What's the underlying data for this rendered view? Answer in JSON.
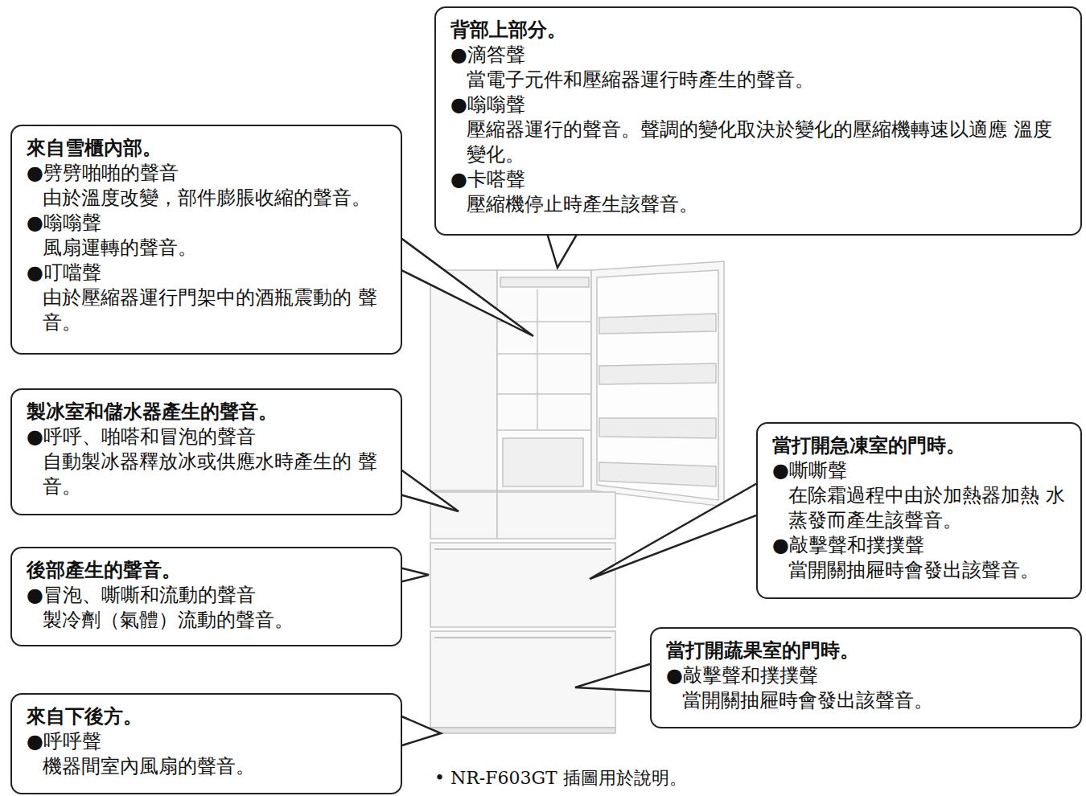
{
  "diagram": {
    "caption": "• NR-F603GT 插圖用於說明。",
    "nodes": [
      {
        "text": [
          "背部上部分。",
          "●滴答聲",
          "當電子元件和壓縮器運行時產生的聲音。",
          "●嗡嗡聲",
          "壓縮器運行的聲音。聲調的變化取決於變化的壓縮機轉速以適應 溫度變化。",
          "●卡嗒聲",
          "壓縮機停止時產生該聲音。"
        ]
      },
      {
        "text": [
          "來自雪櫃內部。",
          "●劈劈啪啪的聲音",
          "由於溫度改變，部件膨脹收縮的聲音。",
          "●嗡嗡聲",
          "風扇運轉的聲音。",
          "●叮噹聲",
          "由於壓縮器運行門架中的酒瓶震動的 聲音。"
        ]
      },
      {
        "text": [
          "製冰室和儲水器產生的聲音。",
          "●呼呼、啪嗒和冒泡的聲音",
          "自動製冰器釋放冰或供應水時產生的 聲音。"
        ]
      },
      {
        "text": [
          "當打開急凍室的門時。",
          "●嘶嘶聲",
          "在除霜過程中由於加熱器加熱 水蒸發而產生該聲音。",
          "●敲擊聲和撲撲聲",
          "當開關抽屜時會發出該聲音。"
        ]
      },
      {
        "text": [
          "後部產生的聲音。",
          "●冒泡、嘶嘶和流動的聲音",
          "製冷劑（氣體）流動的聲音。"
        ]
      },
      {
        "text": [
          "當打開蔬果室的門時。",
          "●敲擊聲和撲撲聲",
          "當開關抽屜時會發出該聲音。"
        ]
      },
      {
        "text": [
          "來自下後方。",
          "●呼呼聲",
          "機器間室內風扇的聲音。"
        ]
      }
    ]
  }
}
